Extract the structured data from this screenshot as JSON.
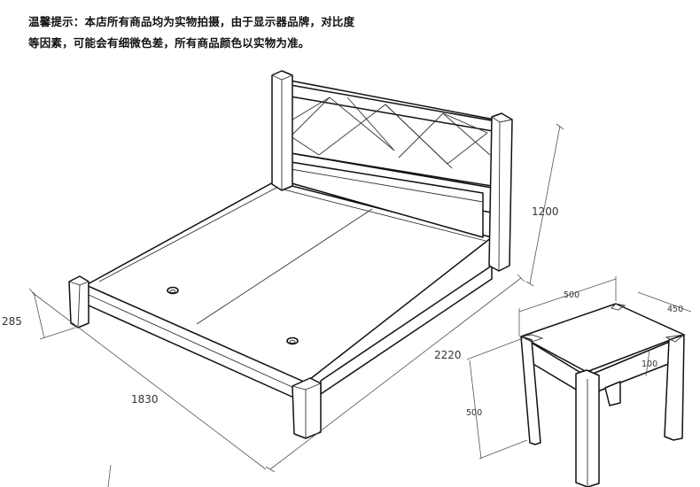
{
  "notice": {
    "line1": "温馨提示：本店所有商品均为实物拍摄，由于显示器品牌，对比度",
    "line2": "等因素，可能会有细微色差，所有商品颜色以实物为准。"
  },
  "bed": {
    "height_label": "1200",
    "length_label": "2220",
    "width_label": "1830",
    "rail_height_label": "285"
  },
  "stool": {
    "width_label": "500",
    "depth_label": "450",
    "height_label": "500",
    "apron_label": "100"
  }
}
